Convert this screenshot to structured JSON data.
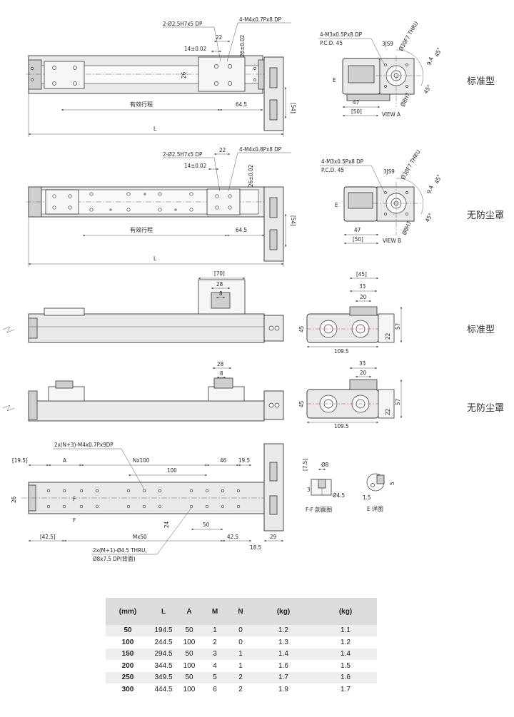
{
  "side_labels": {
    "standard_1": "标准型",
    "no_cover_1": "无防尘罩",
    "standard_2": "标准型",
    "no_cover_2": "无防尘罩"
  },
  "view1": {
    "pin_callout": "2-Ø2.5H7x5 DP",
    "tap_callout": "4-M4x0.7Px8 DP",
    "d22": "22",
    "d14": "14±0.02",
    "d26v": "26±0.02",
    "d26": "26",
    "d54": "[54]",
    "stroke": "有效行程",
    "d64": "64.5",
    "L": "L"
  },
  "view1_end": {
    "tap": "4-M3x0.5Px8 DP",
    "pcd": "P.C.D. 45",
    "js9": "3JS9",
    "bore": "Ø30F7 THRU",
    "d94": "9.4",
    "angle45a": "45°",
    "angle45b": "45°",
    "h7": "Ø8H7",
    "e": "E",
    "d47": "47",
    "d50": "[50]",
    "caption": "VIEW A"
  },
  "view2": {
    "pin_callout": "2-Ø2.5H7x5 DP",
    "tap_callout": "4-M4x0.8Px8 DP",
    "d22": "22",
    "d14": "14±0.02",
    "d26v": "26±0.02",
    "d54": "[54]",
    "stroke": "有效行程",
    "d64": "64.5",
    "L": "L"
  },
  "view2_end": {
    "tap": "4-M3x0.5Px8 DP",
    "pcd": "P.C.D. 45",
    "js9": "3JS9",
    "bore": "Ø30F7 THRU",
    "d94": "9.4",
    "angle45a": "45°",
    "angle45b": "45°",
    "h7": "Ø8H7",
    "e": "E",
    "d47": "47",
    "d50": "[50]",
    "caption": "VIEW B"
  },
  "side1": {
    "d70": "[70]",
    "d28": "28",
    "d8": "8"
  },
  "side1_end": {
    "d45top": "[45]",
    "d33": "33",
    "d20": "20",
    "d45": "45",
    "d22": "22",
    "d57": "57",
    "d109": "109.5"
  },
  "side2": {
    "d28": "28",
    "d8": "8"
  },
  "side2_end": {
    "d33": "33",
    "d20": "20",
    "d45": "45",
    "d22": "22",
    "d57": "57",
    "d109": "109.5"
  },
  "bottom": {
    "tap": "2x(N+3)-M4x0.7Px9DP",
    "d195": "[19.5]",
    "A": "A",
    "Nx100": "Nx100",
    "d100": "100",
    "d46": "46",
    "d195b": "19.5",
    "d26": "26",
    "F1": "F",
    "F2": "F",
    "d24": "24",
    "d50": "50",
    "d425l": "[42.5]",
    "Mx50": "Mx50",
    "d425": "42.5",
    "d29": "29",
    "d185": "18.5",
    "thru": "2x(M+1)-Ø4.5 THRU,",
    "cbore": "Ø8x7.5 DP(背面)"
  },
  "section": {
    "d75": "[7.5]",
    "d8": "Ø8",
    "d3": "3",
    "d45": "Ø4.5",
    "caption": "F-F 剖面图"
  },
  "detail": {
    "d15": "1.5",
    "d5": "5",
    "caption": "E 详图"
  },
  "table": {
    "headers": [
      "(mm)",
      "L",
      "A",
      "M",
      "N",
      "(kg)",
      "(kg)"
    ],
    "rows": [
      [
        "50",
        "194.5",
        "50",
        "1",
        "0",
        "1.2",
        "1.1"
      ],
      [
        "100",
        "244.5",
        "100",
        "2",
        "0",
        "1.3",
        "1.2"
      ],
      [
        "150",
        "294.5",
        "50",
        "3",
        "1",
        "1.4",
        "1.4"
      ],
      [
        "200",
        "344.5",
        "100",
        "4",
        "1",
        "1.6",
        "1.5"
      ],
      [
        "250",
        "349.5",
        "50",
        "5",
        "2",
        "1.7",
        "1.6"
      ],
      [
        "300",
        "444.5",
        "100",
        "6",
        "2",
        "1.9",
        "1.7"
      ]
    ]
  }
}
